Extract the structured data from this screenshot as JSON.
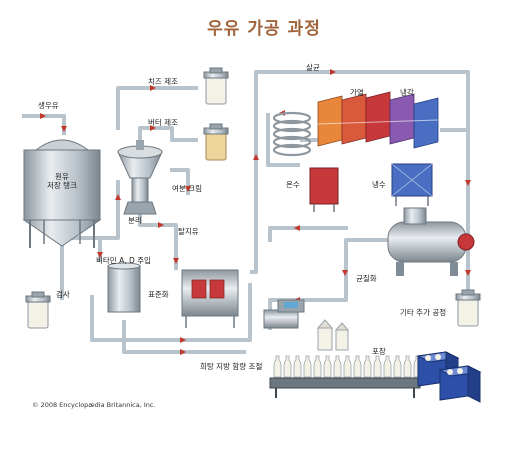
{
  "title": "우유 가공 과정",
  "labels": {
    "raw_milk": "생우유",
    "tank_line1": "원유",
    "tank_line2": "저장 탱크",
    "cheese": "치즈 제조",
    "butter": "버터 제조",
    "surplus_cream": "여분 크림",
    "separation": "분리",
    "skim_milk": "탈지유",
    "vitamin": "비타민 A, D 주입",
    "standardization": "표준화",
    "inspection": "검사",
    "sterilization": "살균",
    "heating": "가열",
    "cooling": "냉각",
    "hot_water": "온수",
    "cold_water": "냉수",
    "homogenization": "균질화",
    "other_processes": "기타 추가 공정",
    "packaging": "포장",
    "low_fat_adjust": "희탕 지방 함량 조절"
  },
  "copyright": "© 2008 Encyclopædia Britannica, Inc.",
  "colors": {
    "pipe": "#b8c3cc",
    "pipe_dark": "#7f8b96",
    "flow_arrow": "#c0392b",
    "milk": "#f4f1e6",
    "cream": "#ecd49a",
    "heater_orange": "#e8863a",
    "heater_red": "#c6383a",
    "heater_purple": "#8a5ab0",
    "cooler_blue": "#4a6fc2",
    "crate_blue": "#2e4fa8",
    "title": "#a0633a"
  },
  "icons": [
    "milk-can-icon",
    "cream-can-icon",
    "milk-bottle-icon",
    "milk-carton-icon",
    "flow-arrow-icon"
  ]
}
